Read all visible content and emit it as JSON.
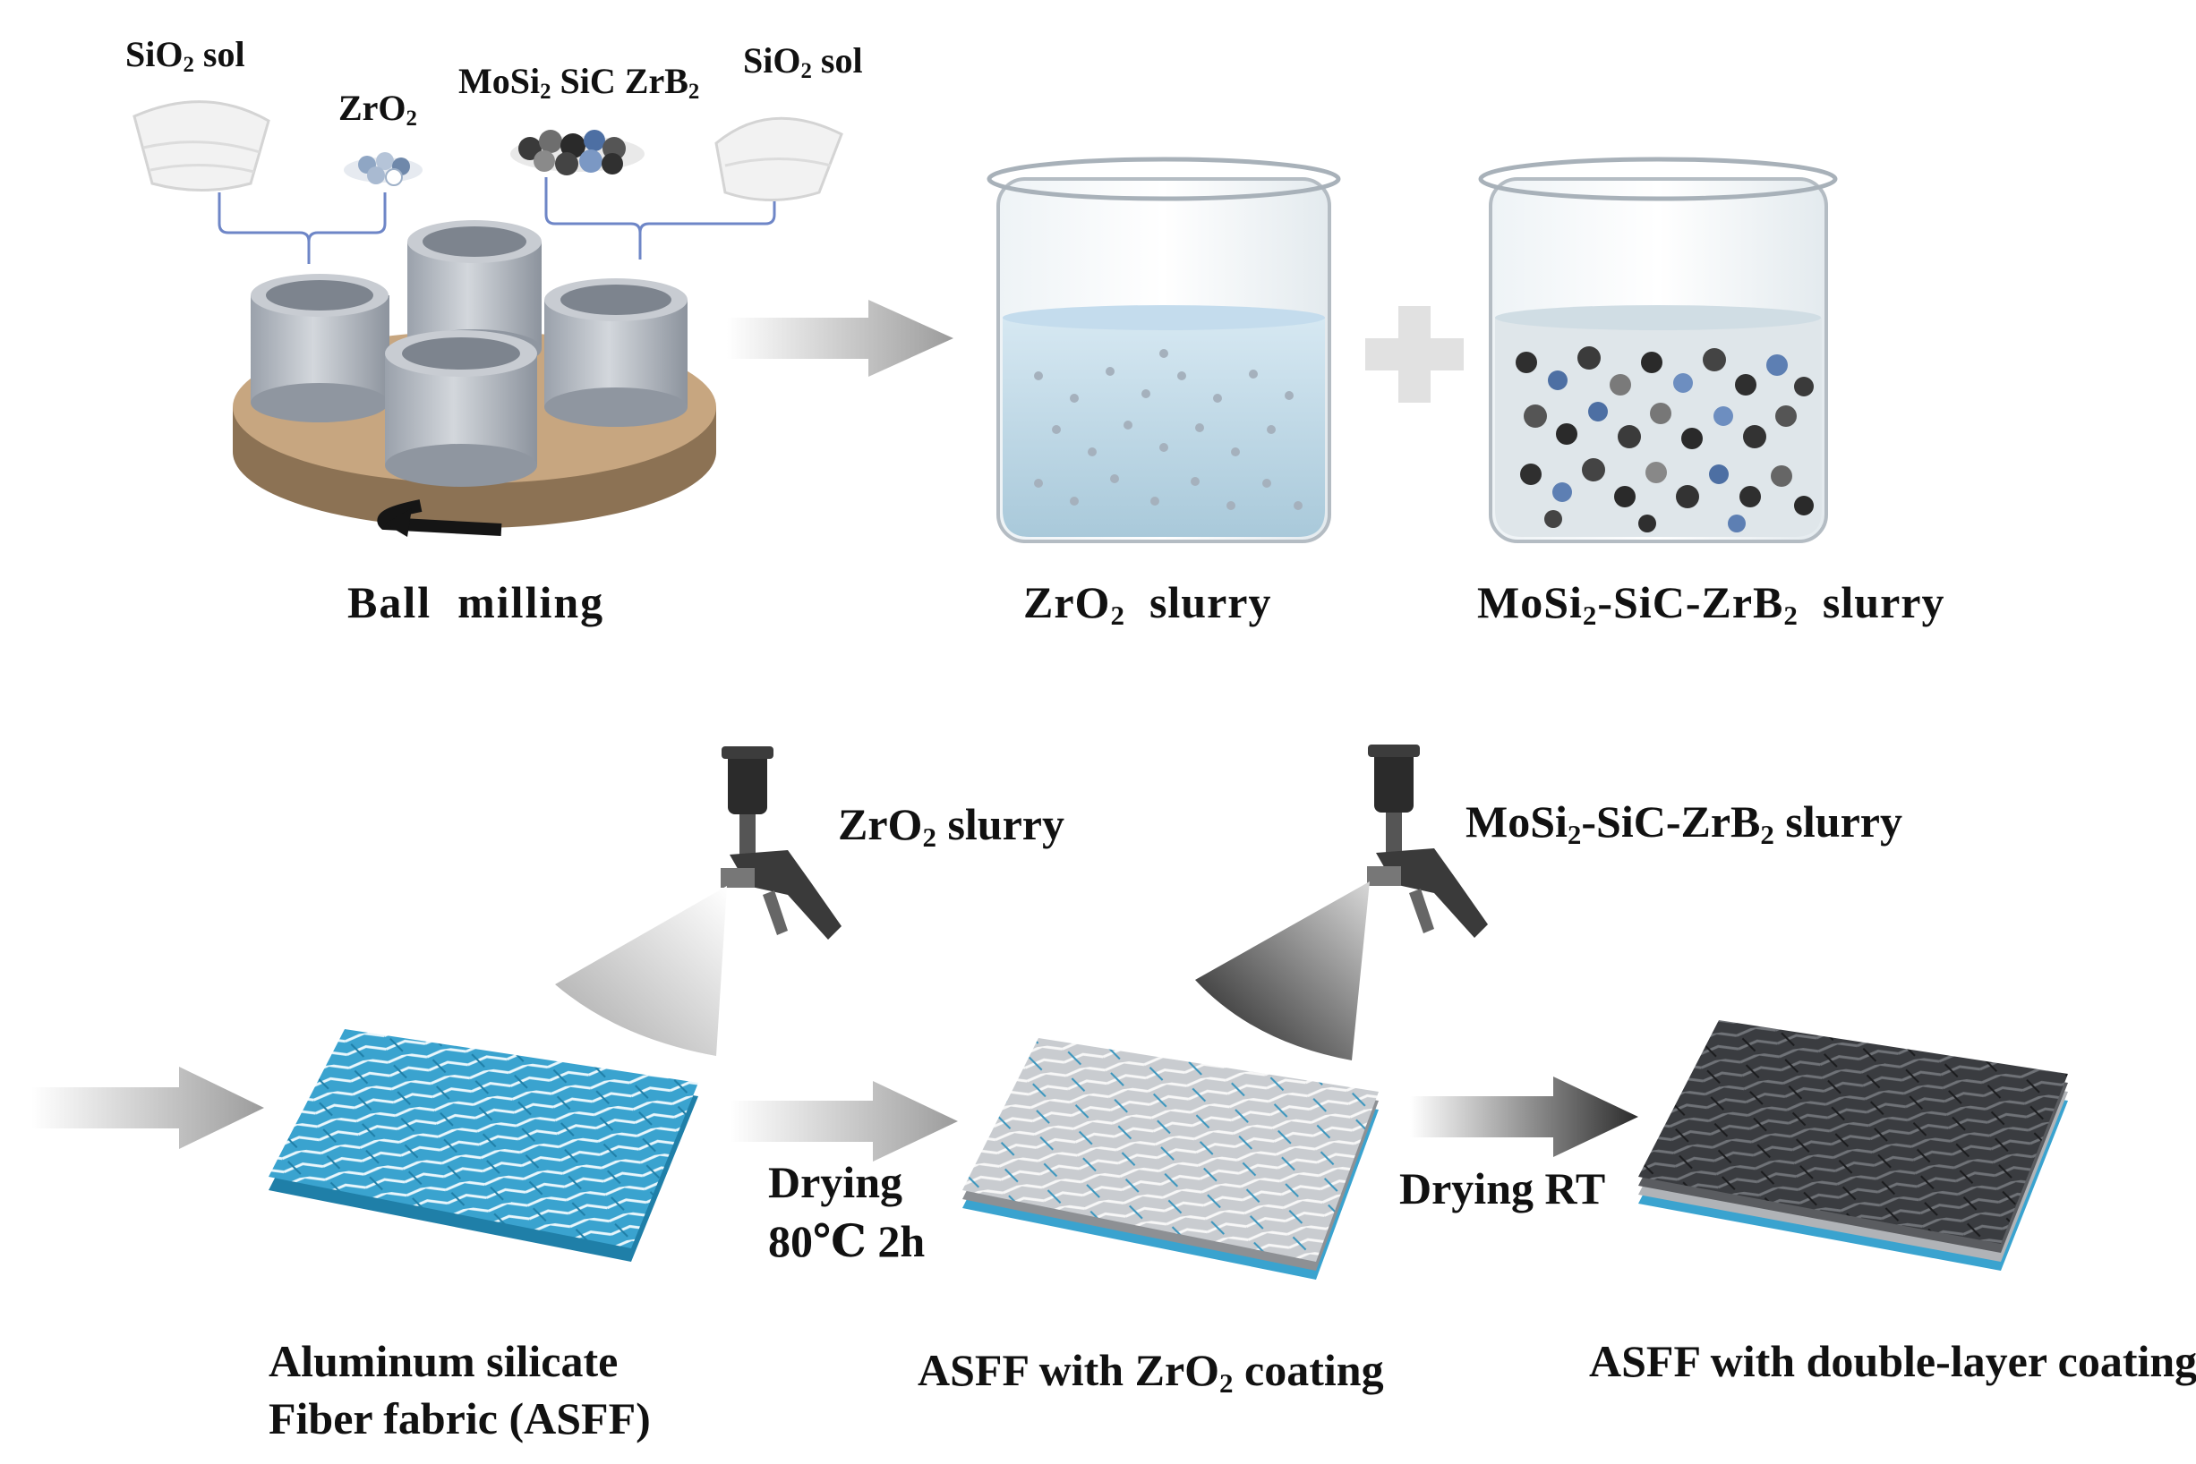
{
  "top": {
    "sio2_sol_left": {
      "main": "SiO",
      "sub": "2",
      "tail": " sol"
    },
    "zro2_powder": {
      "main": "ZrO",
      "sub": "2"
    },
    "mosi2_powder": {
      "a": "MoSi",
      "a_sub": "2",
      "b": " SiC ZrB",
      "b_sub": "2"
    },
    "sio2_sol_right": {
      "main": "SiO",
      "sub": "2",
      "tail": " sol"
    },
    "ball_milling": "Ball  milling",
    "zro2_slurry": {
      "main": "ZrO",
      "sub": "2",
      "tail": "  slurry"
    },
    "composite_slurry": {
      "a": "MoSi",
      "a_sub": "2",
      "b": "-SiC-ZrB",
      "b_sub": "2",
      "tail": "  slurry"
    }
  },
  "bottom": {
    "spray1": {
      "main": "ZrO",
      "sub": "2",
      "tail": " slurry"
    },
    "spray2": {
      "a": "MoSi",
      "a_sub": "2",
      "b": "-SiC-ZrB",
      "b_sub": "2",
      "tail": " slurry"
    },
    "drying1": [
      "Drying",
      "80℃ 2h"
    ],
    "drying2": "Drying RT",
    "asff": [
      "Aluminum silicate",
      "Fiber fabric (ASFF)"
    ],
    "asff_zro2": {
      "main": "ASFF with ZrO",
      "sub": "2",
      "tail": " coating"
    },
    "asff_double": "ASFF with double-layer coating"
  },
  "colors": {
    "fabric_blue": "#3aa3cf",
    "fabric_grey": "#c9ccd0",
    "fabric_dark": "#3a3c40",
    "mill_base": "#c7a680",
    "jar": "#b9bec6",
    "arrow": "#a9a9a9"
  }
}
